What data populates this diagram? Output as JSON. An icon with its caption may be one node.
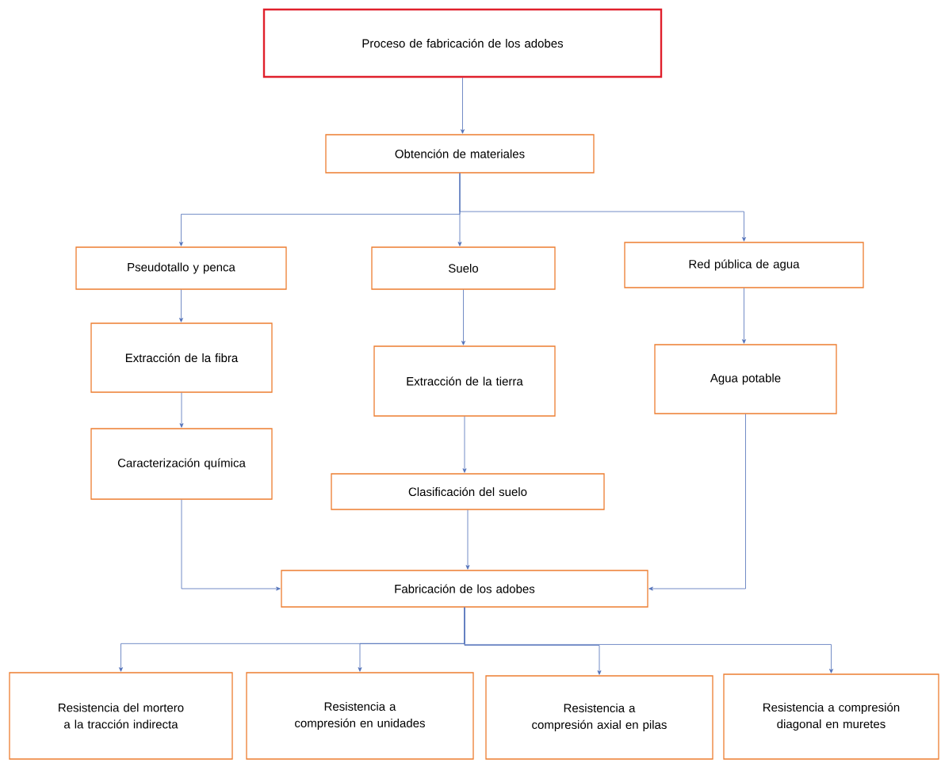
{
  "diagram": {
    "nodes": [
      {
        "text": [
          "Proceso de fabricación de los adobes"
        ]
      },
      {
        "text": [
          "Obtención de materiales"
        ]
      },
      {
        "text": [
          "Pseudotallo y penca"
        ]
      },
      {
        "text": [
          "Suelo"
        ]
      },
      {
        "text": [
          "Red pública de agua"
        ]
      },
      {
        "text": [
          "Extracción de la fibra"
        ]
      },
      {
        "text": [
          "Extracción de la tierra"
        ]
      },
      {
        "text": [
          "Agua potable"
        ]
      },
      {
        "text": [
          "Caracterización química"
        ]
      },
      {
        "text": [
          "Clasificación del suelo"
        ]
      },
      {
        "text": [
          "Fabricación de los adobes"
        ]
      },
      {
        "text": [
          "Resistencia del mortero a la tracción indirecta"
        ]
      },
      {
        "text": [
          "Resistencia a compresión en unidades"
        ]
      },
      {
        "text": [
          "Resistencia a compresión axial en pilas"
        ]
      },
      {
        "text": [
          "Resistencia a compresión diagonal en muretes"
        ]
      }
    ],
    "edges": [
      {
        "from": 0,
        "to": 1,
        "arrow": "to"
      },
      {
        "from": 1,
        "to": 2,
        "arrow": "to"
      },
      {
        "from": 1,
        "to": 3,
        "arrow": "to"
      },
      {
        "from": 1,
        "to": 4,
        "arrow": "to"
      },
      {
        "from": 2,
        "to": 5,
        "arrow": "to"
      },
      {
        "from": 5,
        "to": 8,
        "arrow": "to"
      },
      {
        "from": 3,
        "to": 6,
        "arrow": "to"
      },
      {
        "from": 6,
        "to": 9,
        "arrow": "to"
      },
      {
        "from": 4,
        "to": 7,
        "arrow": "to"
      },
      {
        "from": 8,
        "to": 10,
        "arrow": "to"
      },
      {
        "from": 9,
        "to": 10,
        "arrow": "to"
      },
      {
        "from": 7,
        "to": 10,
        "arrow": "to"
      },
      {
        "from": 10,
        "to": 11,
        "arrow": "to"
      },
      {
        "from": 10,
        "to": 12,
        "arrow": "to"
      },
      {
        "from": 10,
        "to": 13,
        "arrow": "to"
      },
      {
        "from": 10,
        "to": 14,
        "arrow": "to"
      }
    ]
  }
}
